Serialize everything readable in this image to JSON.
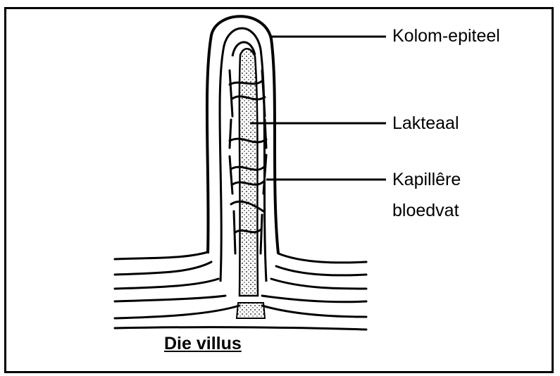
{
  "diagram": {
    "caption": "Die villus",
    "labels": {
      "columnar_epithelium": "Kolom-epiteel",
      "lacteal": "Lakteaal",
      "capillary_line1": "Kapillêre",
      "capillary_line2": "bloedvat"
    }
  }
}
